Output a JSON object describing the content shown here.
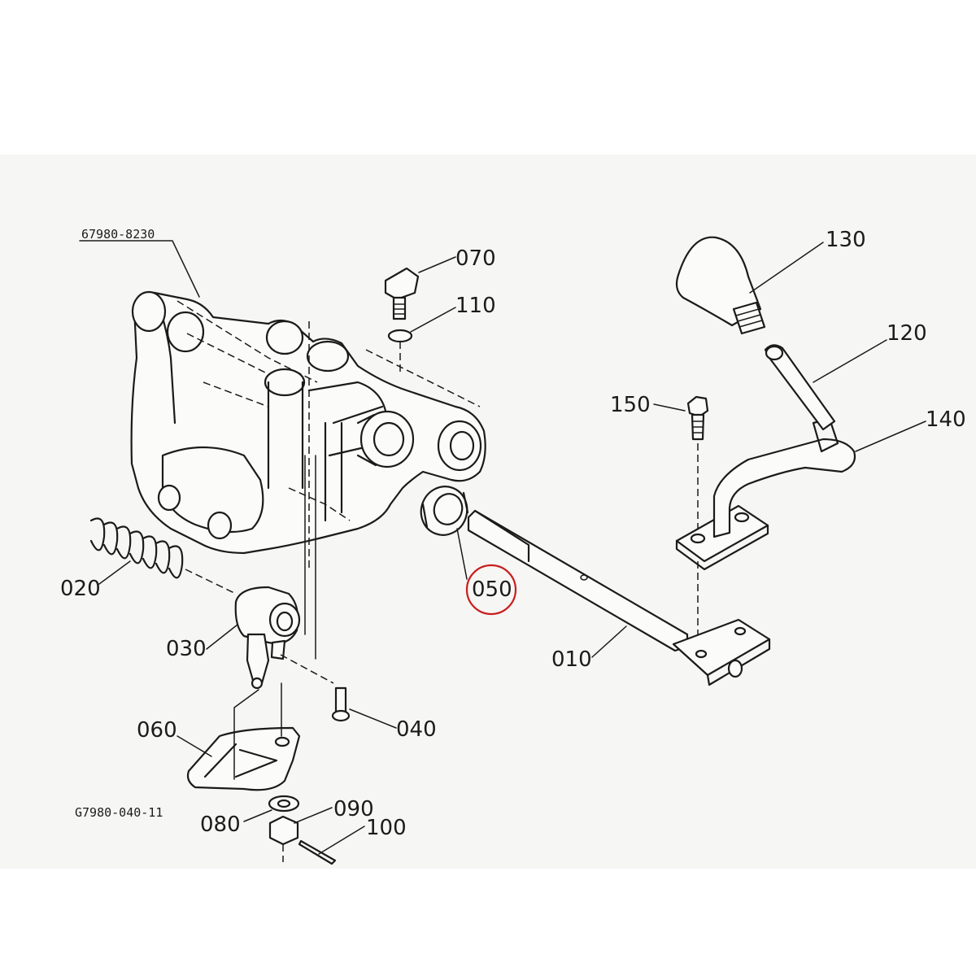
{
  "assembly_code": "67980-8230",
  "figure_code": "G7980-040-11",
  "parts": [
    {
      "ref": "010"
    },
    {
      "ref": "020"
    },
    {
      "ref": "030"
    },
    {
      "ref": "040"
    },
    {
      "ref": "050",
      "highlighted": true
    },
    {
      "ref": "060"
    },
    {
      "ref": "070"
    },
    {
      "ref": "080"
    },
    {
      "ref": "090"
    },
    {
      "ref": "100"
    },
    {
      "ref": "110"
    },
    {
      "ref": "120"
    },
    {
      "ref": "130"
    },
    {
      "ref": "140"
    },
    {
      "ref": "150"
    }
  ],
  "colors": {
    "highlight": "#c81e1e",
    "line": "#1b1b1b",
    "panel": "#f6f6f4"
  }
}
